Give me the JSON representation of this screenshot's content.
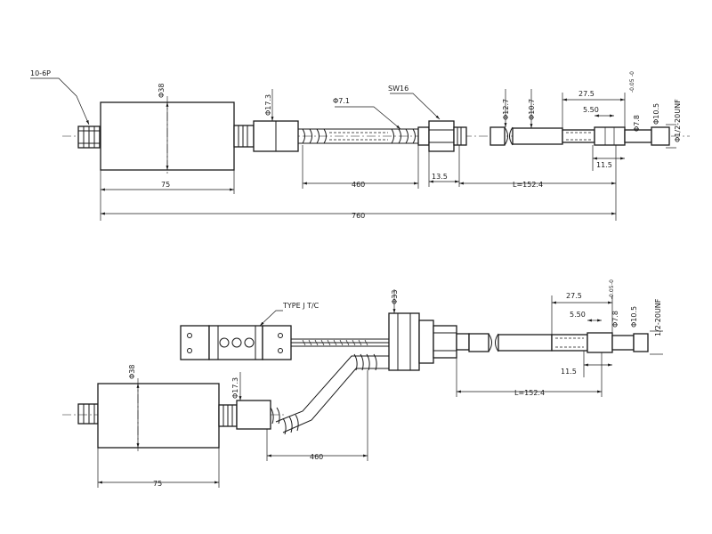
{
  "top_view": {
    "connector_label": "10-6P",
    "body_diameter": "Φ38",
    "neck_diameter": "Φ17.3",
    "cable_diameter": "Φ7.1",
    "nut_label": "SW16",
    "dia_12_7": "Φ12.7",
    "dia_10_7": "Φ10.7",
    "dim_27_5": "27.5",
    "dia_7_8": "Φ7.8",
    "tol_minus": "-0.05",
    "tol_minus2": "-0",
    "dia_10_5": "Φ10.5",
    "thread": "Φ1/2-20UNF",
    "dim_5_50": "5.50",
    "dim_11_5": "11.5",
    "len_body": "75",
    "len_cable": "460",
    "len_nut": "13.5",
    "len_stem": "L=152.4",
    "len_total": "760"
  },
  "bottom_view": {
    "tc_label": "TYPE J T/C",
    "flange_diameter": "Φ33",
    "body_diameter": "Φ38",
    "neck_diameter": "Φ17.3",
    "dim_27_5": "27.5",
    "dia_7_8": "Φ7.8",
    "tol_minus": "-0.05",
    "tol_minus2": "-0",
    "dia_10_5": "Φ10.5",
    "thread": "1/2-20UNF",
    "dim_5_50": "5.50",
    "dim_11_5": "11.5",
    "len_stem": "L=152.4",
    "len_cable": "460",
    "len_body": "75"
  }
}
